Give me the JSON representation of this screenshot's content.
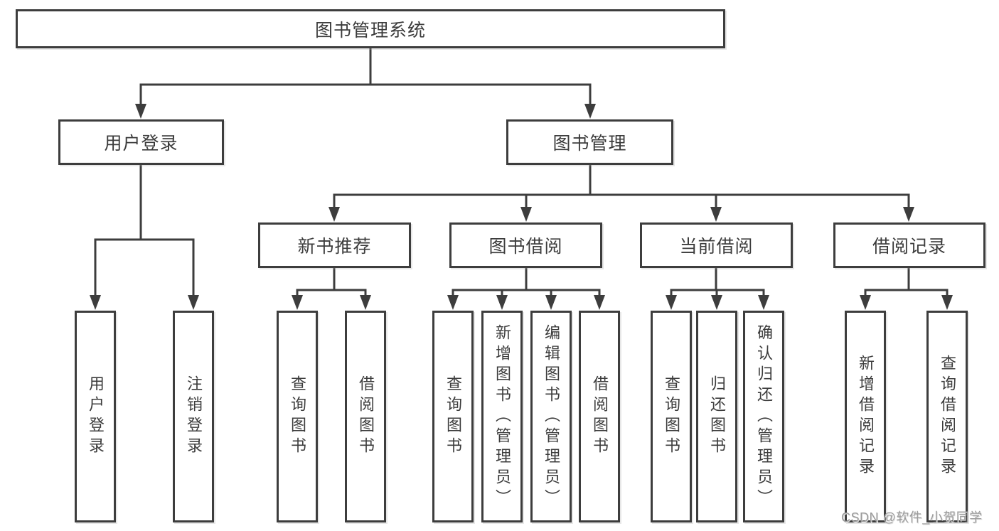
{
  "tree": {
    "label": "图书管理系统",
    "children": [
      {
        "label": "用户登录",
        "children": [
          {
            "label": "用户登录"
          },
          {
            "label": "注销登录"
          }
        ]
      },
      {
        "label": "图书管理",
        "children": [
          {
            "label": "新书推荐",
            "children": [
              {
                "label": "查询图书"
              },
              {
                "label": "借阅图书"
              }
            ]
          },
          {
            "label": "图书借阅",
            "children": [
              {
                "label": "查询图书"
              },
              {
                "label": "新增图书（管理员）"
              },
              {
                "label": "编辑图书（管理员）"
              },
              {
                "label": "借阅图书"
              }
            ]
          },
          {
            "label": "当前借阅",
            "children": [
              {
                "label": "查询图书"
              },
              {
                "label": "归还图书"
              },
              {
                "label": "确认归还（管理员）"
              }
            ]
          },
          {
            "label": "借阅记录",
            "children": [
              {
                "label": "新增借阅记录"
              },
              {
                "label": "查询借阅记录"
              }
            ]
          }
        ]
      }
    ]
  },
  "watermark": {
    "text": "CSDN @软件_小贺同学"
  },
  "colors": {
    "line": "#3d3d3d",
    "text": "#3c3c3c",
    "box_background": "#ffffff",
    "page_background": "#ffffff",
    "watermark": "#9c9c9c"
  }
}
